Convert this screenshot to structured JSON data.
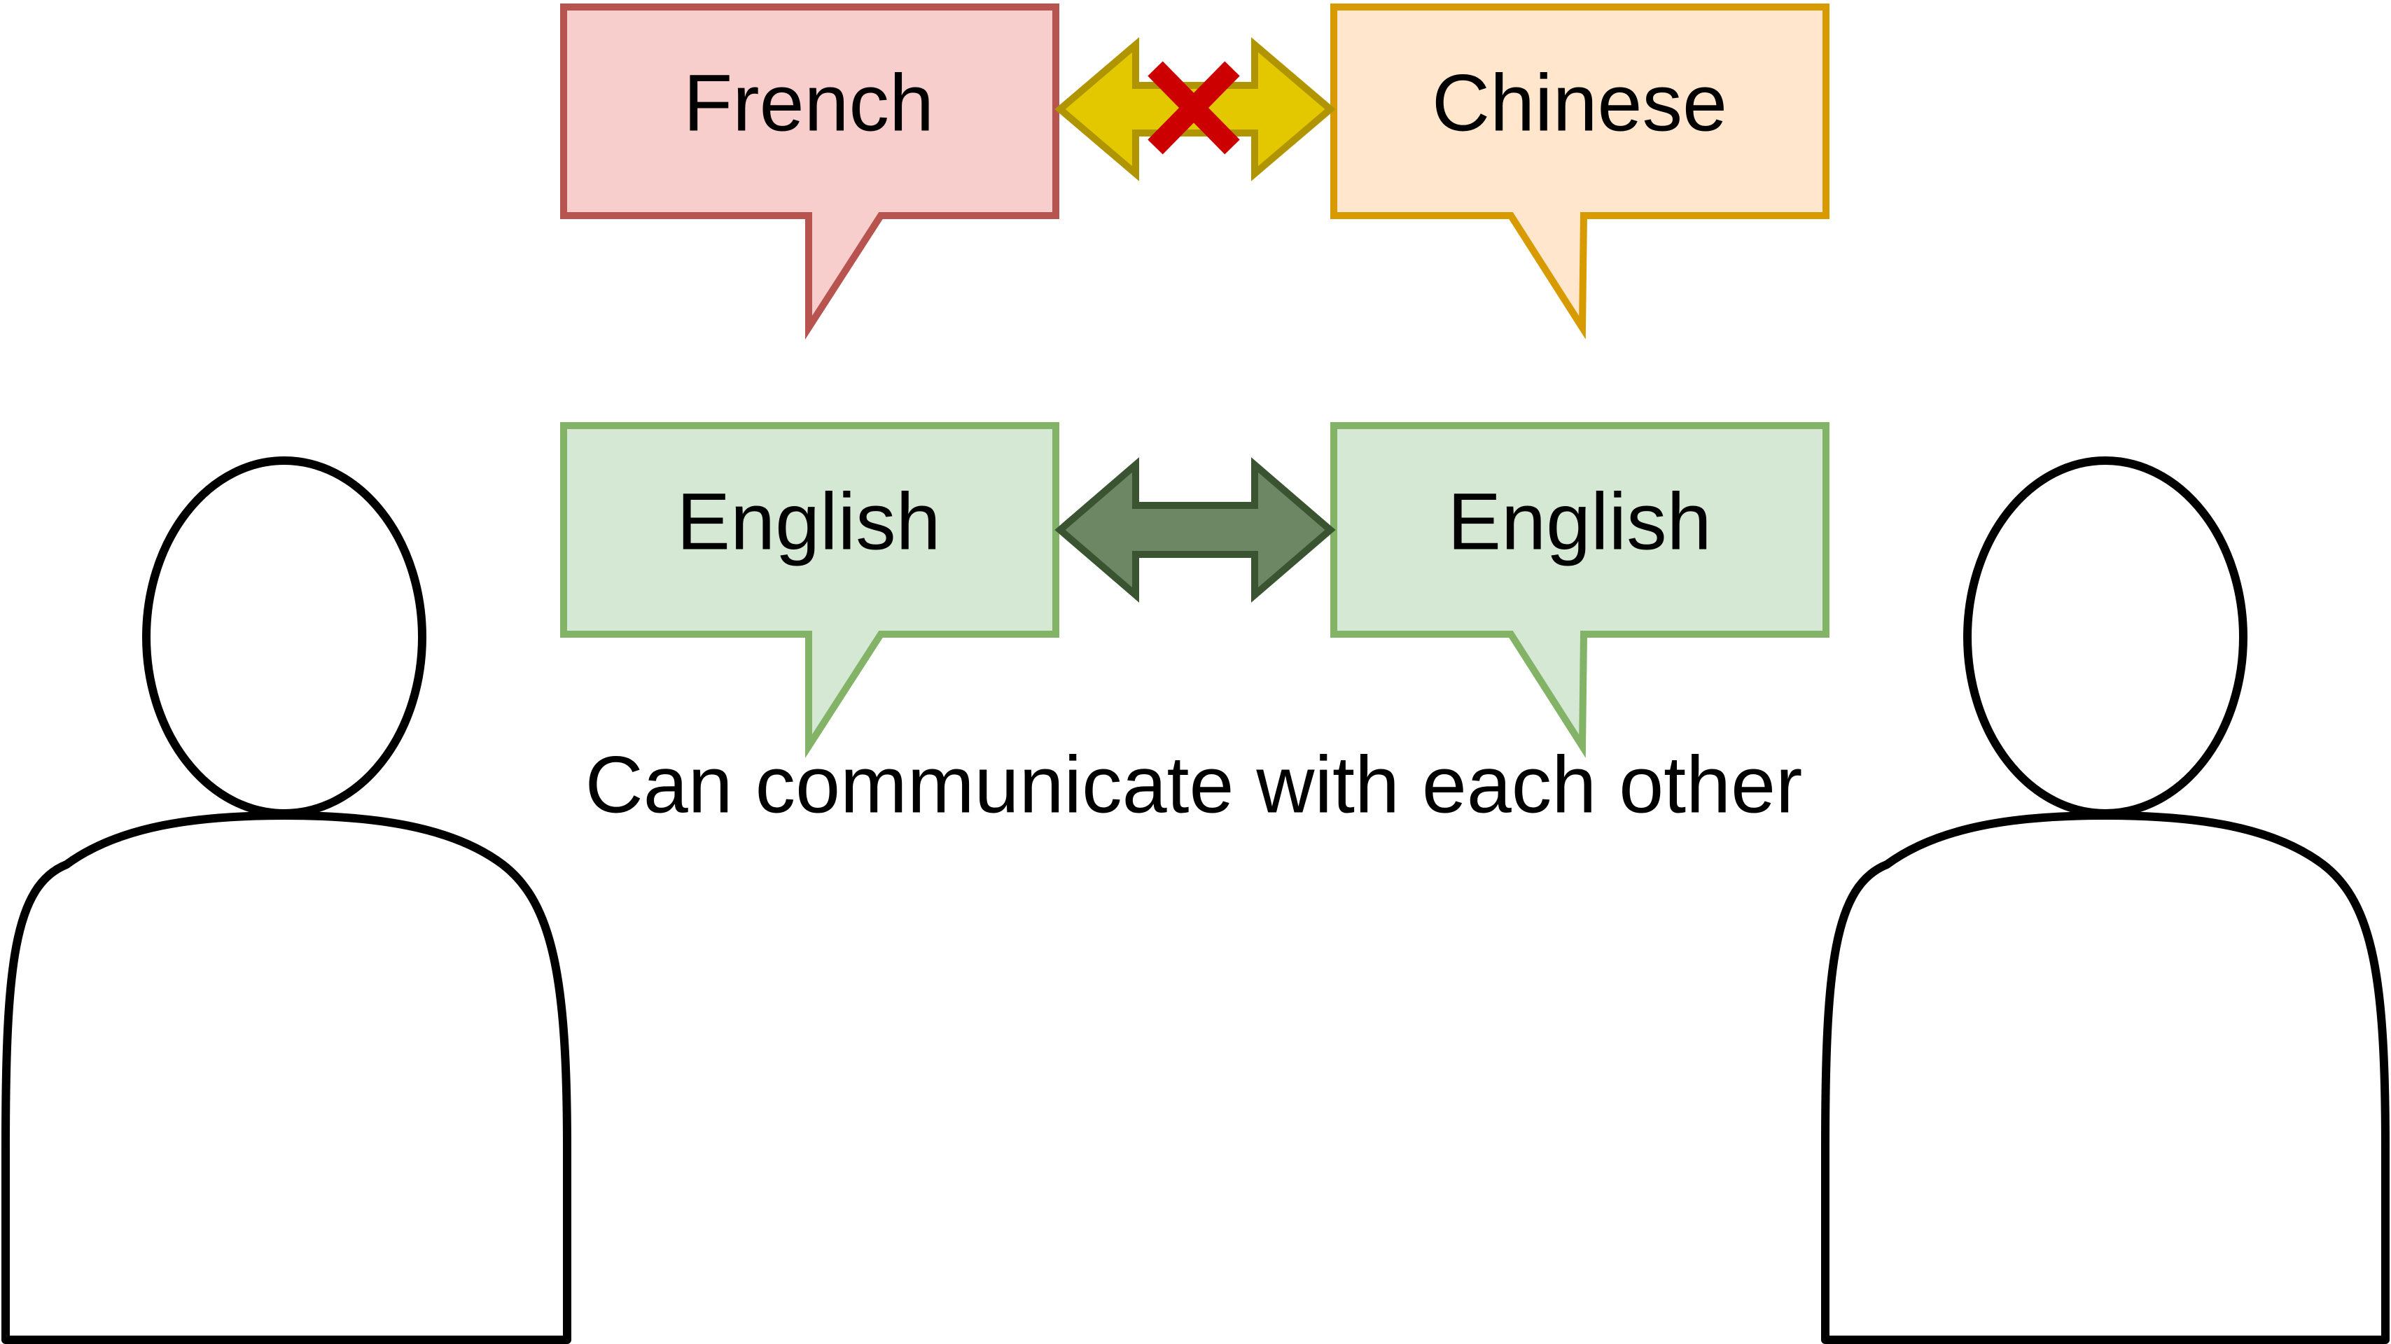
{
  "bubbles": {
    "french": {
      "label": "French",
      "fill": "#f8cecc",
      "stroke": "#b85450"
    },
    "chinese": {
      "label": "Chinese",
      "fill": "#ffe6cc",
      "stroke": "#d79b00"
    },
    "english_left": {
      "label": "English",
      "fill": "#d5e8d4",
      "stroke": "#82b366"
    },
    "english_right": {
      "label": "English",
      "fill": "#d5e8d4",
      "stroke": "#82b366"
    }
  },
  "arrows": {
    "top": {
      "fill": "#e3c800",
      "stroke": "#b09500",
      "blocked": true,
      "cross_color": "#cc0000"
    },
    "bottom": {
      "fill": "#6d8764",
      "stroke": "#3a5431",
      "blocked": false
    }
  },
  "caption": "Can communicate with each other",
  "people": {
    "left": {
      "icon": "person-icon",
      "stroke": "#000000"
    },
    "right": {
      "icon": "person-icon",
      "stroke": "#000000"
    }
  }
}
